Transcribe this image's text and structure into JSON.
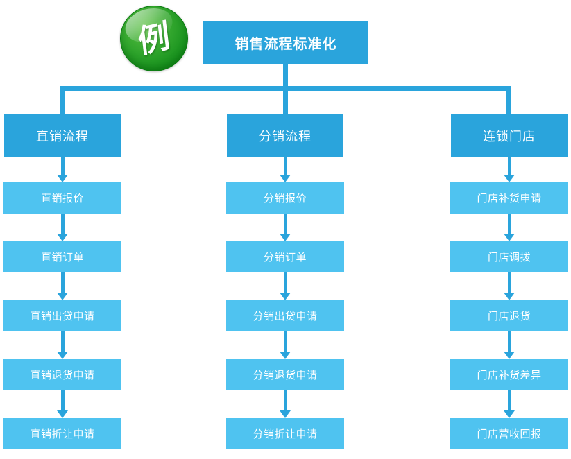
{
  "badge": {
    "label": "例"
  },
  "root": {
    "title": "销售流程标准化"
  },
  "columns": [
    {
      "header": "直销流程",
      "items": [
        "直销报价",
        "直销订单",
        "直销出贷申请",
        "直销退货申请",
        "直销折让申请"
      ]
    },
    {
      "header": "分销流程",
      "items": [
        "分销报价",
        "分销订单",
        "分销出贷申请",
        "分销退货申请",
        "分销折让申请"
      ]
    },
    {
      "header": "连锁门店",
      "items": [
        "门店补货申请",
        "门店调拨",
        "门店退货",
        "门店补货差异",
        "门店营收回报"
      ]
    }
  ],
  "colors": {
    "primary_blue": "#2aa4dc",
    "light_blue": "#4fc3f0",
    "badge_green": "#2fa42c",
    "text": "#ffffff"
  }
}
